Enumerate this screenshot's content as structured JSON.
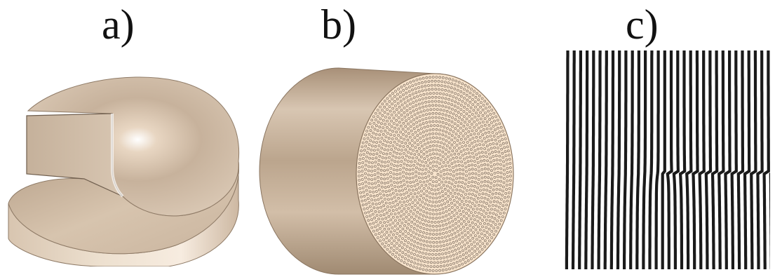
{
  "panels": [
    {
      "id": "a",
      "label": "a)",
      "subject": "disc-with-screw-dislocation-cut"
    },
    {
      "id": "b",
      "label": "b)",
      "subject": "cylinder-with-atomic-cross-section"
    },
    {
      "id": "c",
      "label": "c)",
      "subject": "fringe-pattern-with-edge-dislocation"
    }
  ],
  "colors": {
    "surface_light": "#f4e3cf",
    "surface_mid": "#cdb8a2",
    "surface_dark": "#9c8670",
    "face_cream": "#f8e4cc",
    "dot": "#8a7a6c",
    "fringe_dark": "#1a1a1a",
    "fringe_light": "#ffffff"
  }
}
